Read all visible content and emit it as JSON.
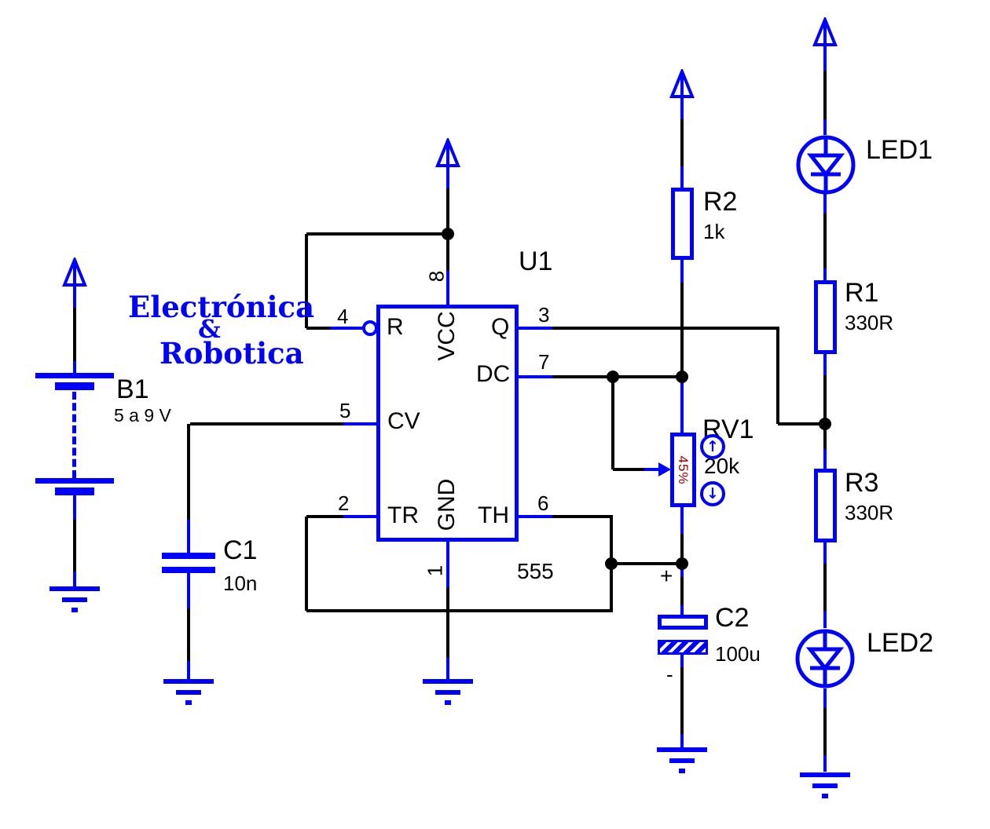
{
  "colors": {
    "component_blue": "#0000ff",
    "wire_black": "#000000",
    "pot_value_red": "#a00000",
    "background": "#ffffff"
  },
  "brand": {
    "line1": "Electrónica",
    "line2": "&",
    "line3": "Robotica"
  },
  "icons": {
    "power": "power-arrow-icon (open triangle up)",
    "ground": "ground-icon (3 shrinking bars)",
    "pot_increase": "↑",
    "pot_decrease": "↓"
  },
  "components": {
    "b1": {
      "ref": "B1",
      "value": "5 a 9 V"
    },
    "u1": {
      "ref": "U1",
      "value": "555",
      "pins": {
        "p4": {
          "num": "4",
          "name": "R"
        },
        "p5": {
          "num": "5",
          "name": "CV"
        },
        "p2": {
          "num": "2",
          "name": "TR"
        },
        "p8": {
          "num": "8",
          "name": "VCC"
        },
        "p1": {
          "num": "1",
          "name": "GND"
        },
        "p3": {
          "num": "3",
          "name": "Q"
        },
        "p7": {
          "num": "7",
          "name": "DC"
        },
        "p6": {
          "num": "6",
          "name": "TH"
        }
      }
    },
    "r1": {
      "ref": "R1",
      "value": "330R"
    },
    "r2": {
      "ref": "R2",
      "value": "1k"
    },
    "r3": {
      "ref": "R3",
      "value": "330R"
    },
    "rv1": {
      "ref": "RV1",
      "value": "20k",
      "wiper_position": "45%",
      "increase_icon": "↑",
      "decrease_icon": "↓"
    },
    "c1": {
      "ref": "C1",
      "value": "10n"
    },
    "c2": {
      "ref": "C2",
      "value": "100u",
      "polarity_plus": "+",
      "polarity_minus": "-"
    },
    "led1": {
      "ref": "LED1"
    },
    "led2": {
      "ref": "LED2"
    }
  }
}
